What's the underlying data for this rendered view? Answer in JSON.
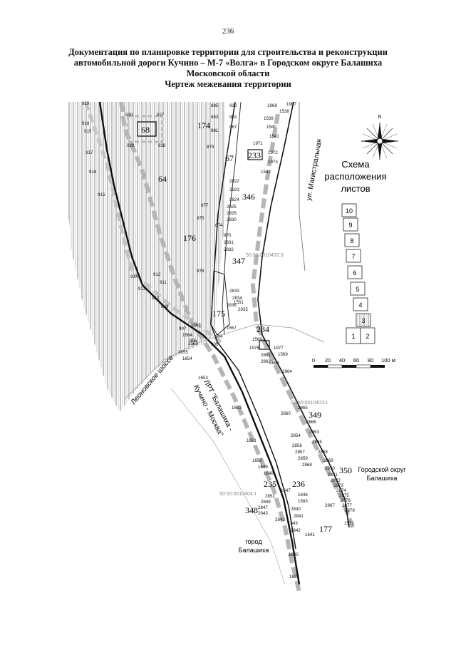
{
  "page_number": "236",
  "header": {
    "line1": "Документация по планировке территории для строительства и реконструкции",
    "line2": "автомобильной дороги Кучино – М-7 «Волга» в Городском округе Балашиха",
    "line3": "Московской области",
    "line4": "Чертеж межевания территории"
  },
  "scheme": {
    "title_line1": "Схема",
    "title_line2": "расположения",
    "title_line3": "листов",
    "sheets": [
      "10",
      "9",
      "8",
      "7",
      "6",
      "5",
      "4",
      "3",
      "1",
      "2"
    ]
  },
  "scale_bar": {
    "ticks": [
      "0",
      "20",
      "40",
      "60",
      "80",
      "100 м"
    ]
  },
  "compass": {
    "north": "N"
  },
  "streets": {
    "magistralnaya": "ул. Магистральная",
    "leonovskoe": "Леоновское шоссе",
    "lrt_line1": "ЛРТ \"Балашиха -",
    "lrt_line2": "Кучино - Москва\""
  },
  "places": {
    "okrug_line1": "Городской округ",
    "okrug_line2": "Балашиха",
    "city_line1": "город",
    "city_line2": "Балашиха"
  },
  "cadastral": {
    "c1": "50:50:0010432:3",
    "c2": "50:50:0010403:1",
    "c3": "50:50:0010404:1"
  },
  "parcels": {
    "p68": "68",
    "p64": "64",
    "p174": "174",
    "p67": "67",
    "p233": "233",
    "p346": "346",
    "p176": "176",
    "p347": "347",
    "p175": "175",
    "p234": "234",
    "p349": "349",
    "p350": "350",
    "p235": "235",
    "p236": "236",
    "p348": "348",
    "p177": "177"
  },
  "points": {
    "n919": "919",
    "n918": "918",
    "n915": "915",
    "n917": "917",
    "n916": "916",
    "n914": "914",
    "n913": "913",
    "n912": "912",
    "n911": "911",
    "n910": "910",
    "n909": "909",
    "n907": "907",
    "n906": "906",
    "n905": "905",
    "n904": "904",
    "n930": "930",
    "n927": "927",
    "n929": "929",
    "n928": "928",
    "n885": "885",
    "n883": "883",
    "n881": "881",
    "n879": "879",
    "n939": "939",
    "n902": "902",
    "n867": "867",
    "n1968": "1968",
    "n1967": "1967",
    "n1538": "1538",
    "n1539": "1539",
    "n1540": "1540",
    "n1541": "1541",
    "n1971": "1971",
    "n1972": "1972",
    "n1973": "1973",
    "n1542": "1542",
    "n2822": "2822",
    "n2823": "2823",
    "n2824": "2824",
    "n2825": "2825",
    "n2826": "2826",
    "n2830": "2830",
    "n2831": "2831",
    "n2832": "2832",
    "n2833": "2833",
    "n2834": "2834",
    "n2835": "2835",
    "n2836": "2836",
    "n870": "870",
    "n874": "874",
    "n875": "875",
    "n876": "876",
    "n877": "877",
    "n1551": "1551",
    "n1557": "1557",
    "n1562": "1562",
    "n1564": "1564",
    "n1568": "1568",
    "n1565": "1565",
    "n1655": "1655",
    "n1654": "1654",
    "n1653": "1653",
    "n1652": "1652",
    "n1651": "1651",
    "n1976": "1976",
    "n1977": "1977",
    "n1569": "1569",
    "n2861": "2861",
    "n2862": "2862",
    "n2863": "2863",
    "n2864": "2864",
    "n2860": "2860",
    "n2865": "2865",
    "n2866": "2866",
    "n2853": "2853",
    "n2854": "2854",
    "n2855": "2855",
    "n2856": "2856",
    "n2857": "2857",
    "n2858": "2858",
    "n2859": "2859",
    "n2868": "2868",
    "n2869": "2869",
    "n2870": "2870",
    "n2871": "2871",
    "n2872": "2872",
    "n2873": "2873",
    "n2874": "2874",
    "n2875": "2875",
    "n2876": "2876",
    "n2877": "2877",
    "n2879": "2879",
    "n2867": "2867",
    "n1571": "1571",
    "n1650": "1650",
    "n1649": "1649",
    "n1648": "1648",
    "n1647": "1647",
    "n1646": "1646",
    "n1583": "1583",
    "n2852": "2852",
    "n2849": "2849",
    "n2847": "2847",
    "n2843": "2843",
    "n2841": "2841",
    "n2842": "2842",
    "n2840": "2840",
    "n1643": "1643",
    "n1642": "1642",
    "n1641": "1641",
    "n1640": "1640",
    "n1639": "1639"
  }
}
